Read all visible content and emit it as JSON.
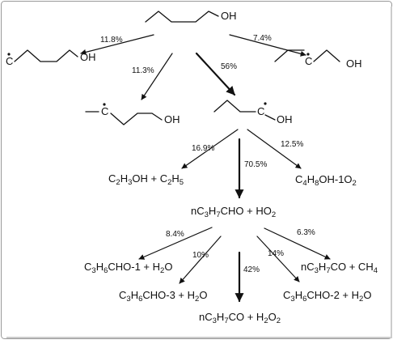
{
  "molecules": {
    "butanol_oh": "OH",
    "rad1_oh": "OH",
    "rad2_oh": "OH",
    "rad3_oh": "OH",
    "rad4_oh": "OH",
    "radical_c": "C"
  },
  "branch_percents": {
    "a": "11.8%",
    "b": "7.4%",
    "c": "11.3%",
    "d": "56%",
    "e": "16.9%",
    "f": "70.5%",
    "g": "12.5%",
    "h": "8.4%",
    "i": "6.3%",
    "j": "10%",
    "k": "42%",
    "l": "14%"
  },
  "products": {
    "p1": {
      "a": "C",
      "b": "2",
      "c": "H",
      "d": "3",
      "e": "OH + C",
      "f": "2",
      "g": "H",
      "h": "5"
    },
    "p2": {
      "a": "C",
      "b": "4",
      "c": "H",
      "d": "8",
      "e": "OH-1O",
      "f": "2"
    },
    "p3": {
      "a": "nC",
      "b": "3",
      "c": "H",
      "d": "7",
      "e": "CHO + HO",
      "f": "2"
    },
    "p4": {
      "a": "C",
      "b": "3",
      "c": "H",
      "d": "6",
      "e": "CHO-1 + H",
      "f": "2",
      "g": "O"
    },
    "p5": {
      "a": "nC",
      "b": "3",
      "c": "H",
      "d": "7",
      "e": "CO + CH",
      "f": "4"
    },
    "p6": {
      "a": "C",
      "b": "3",
      "c": "H",
      "d": "6",
      "e": "CHO-3 + H",
      "f": "2",
      "g": "O"
    },
    "p7": {
      "a": "C",
      "b": "3",
      "c": "H",
      "d": "6",
      "e": "CHO-2 + H",
      "f": "2",
      "g": "O"
    },
    "p8": {
      "a": "nC",
      "b": "3",
      "c": "H",
      "d": "7",
      "e": "CO + H",
      "f": "2",
      "g": "O",
      "h": "2"
    }
  }
}
